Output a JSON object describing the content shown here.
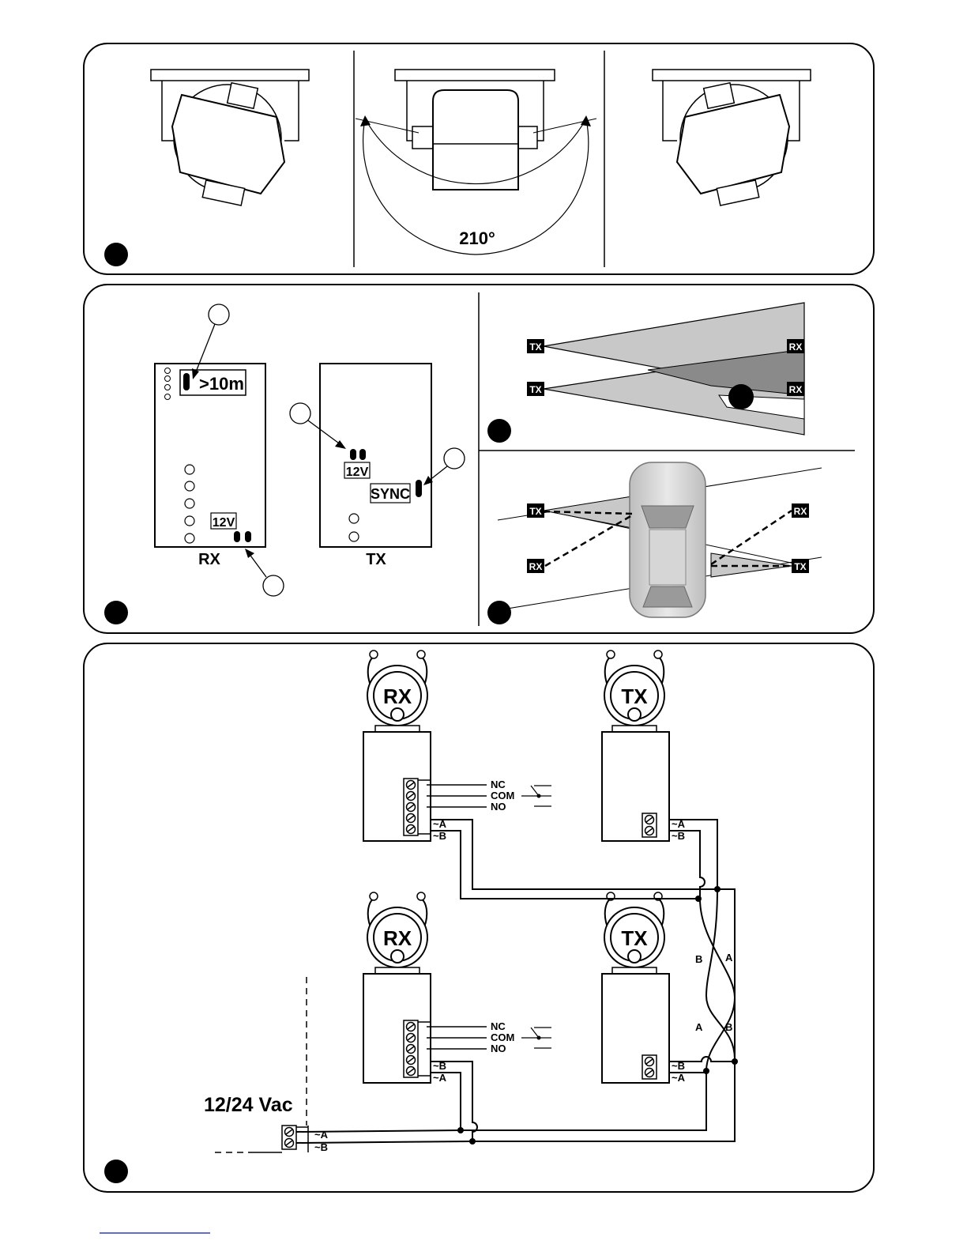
{
  "panel1": {
    "angle_label": "210°"
  },
  "panel2": {
    "rx_board_label": "RX",
    "tx_board_label": "TX",
    "range_jumper_label": ">10m",
    "voltage_label_rx": "12V",
    "voltage_label_tx": "12V",
    "sync_label": "SYNC",
    "beam_tx_tag": "TX",
    "beam_rx_tag": "RX"
  },
  "panel3": {
    "rx_head_label": "RX",
    "tx_head_label": "TX",
    "relay_nc": "NC",
    "relay_com": "COM",
    "relay_no": "NO",
    "term_a": "~A",
    "term_b": "~B",
    "wire_a": "A",
    "wire_b": "B",
    "supply_label": "12/24 Vac"
  },
  "colors": {
    "beam_light": "#c8c8c8",
    "beam_dark": "#8a8a8a",
    "line": "#000000"
  }
}
